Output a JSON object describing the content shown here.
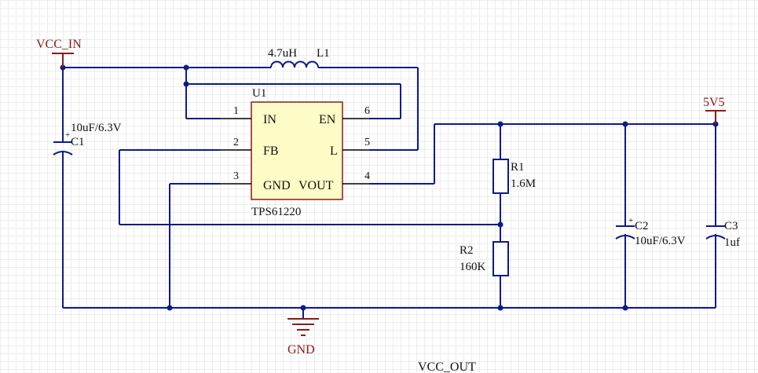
{
  "nets": {
    "vcc_in": "VCC_IN",
    "v5": "5V5",
    "gnd": "GND",
    "vcc_out": "VCC_OUT"
  },
  "ic": {
    "designator": "U1",
    "part": "TPS61220",
    "pins": [
      {
        "num": "1",
        "name": "IN"
      },
      {
        "num": "2",
        "name": "FB"
      },
      {
        "num": "3",
        "name": "GND"
      },
      {
        "num": "4",
        "name": "VOUT"
      },
      {
        "num": "5",
        "name": "L"
      },
      {
        "num": "6",
        "name": "EN"
      }
    ]
  },
  "inductor": {
    "value": "4.7uH",
    "designator": "L1"
  },
  "capacitors": [
    {
      "designator": "C1",
      "value": "10uF/6.3V"
    },
    {
      "designator": "C2",
      "value": "10uF/6.3V"
    },
    {
      "designator": "C3",
      "value": "1uf"
    }
  ],
  "resistors": [
    {
      "designator": "R1",
      "value": "1.6M"
    },
    {
      "designator": "R2",
      "value": "160K"
    }
  ],
  "colors": {
    "wire": "#0d1a8a",
    "power_symbol": "#8b1a1a",
    "ic_fill": "#fefcc6",
    "grid": "#ececec"
  }
}
